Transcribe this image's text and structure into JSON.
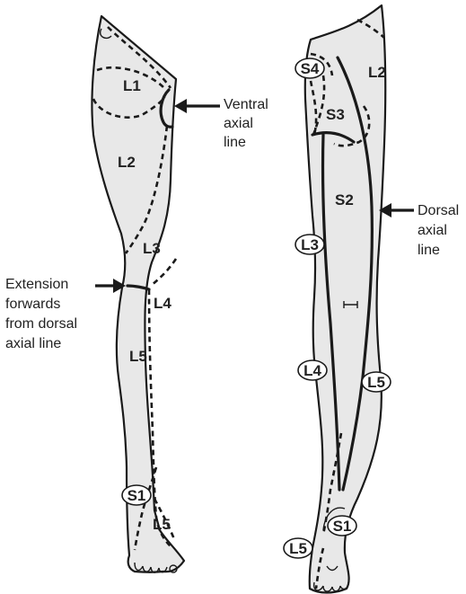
{
  "front_leg": {
    "segments": [
      "L1",
      "L2",
      "L3",
      "L4",
      "L5",
      "S1",
      "L5"
    ]
  },
  "back_leg": {
    "segments": [
      "S4",
      "L2",
      "S3",
      "S2",
      "L3",
      "L4",
      "L5",
      "S1",
      "L5"
    ]
  },
  "annotations": {
    "ventral": [
      "Ventral",
      "axial",
      "line"
    ],
    "dorsal": [
      "Dorsal",
      "axial",
      "line"
    ],
    "extension": [
      "Extension",
      "forwards",
      "from dorsal",
      "axial line"
    ]
  }
}
